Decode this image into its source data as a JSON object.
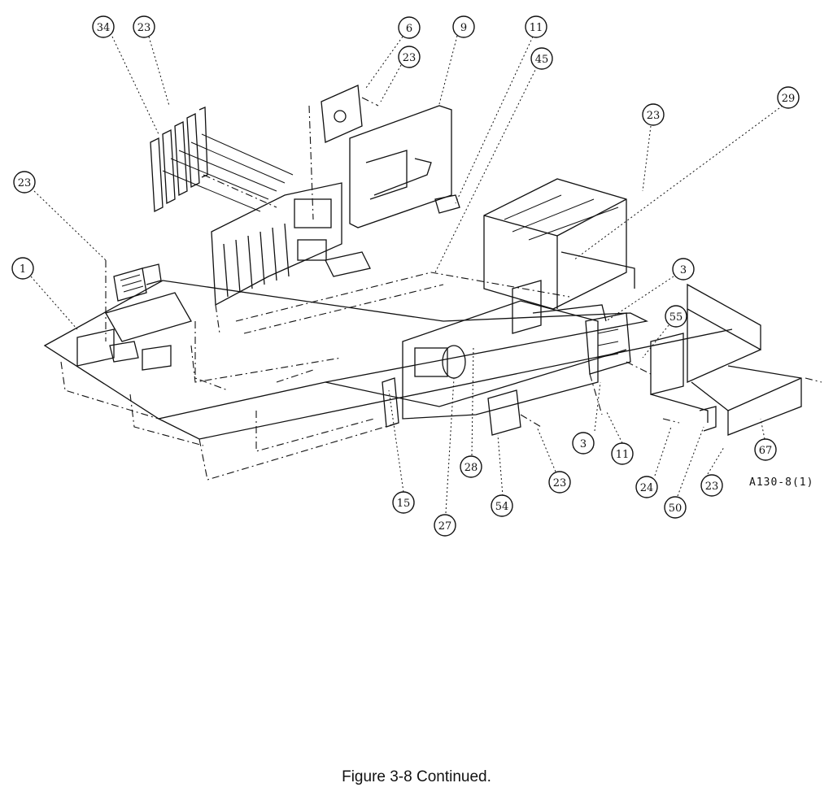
{
  "figure": {
    "caption": "Figure 3-8 Continued.",
    "drawing_code": "A130-8(1)"
  },
  "callouts": [
    {
      "label": "34"
    },
    {
      "label": "23"
    },
    {
      "label": "6"
    },
    {
      "label": "23"
    },
    {
      "label": "9"
    },
    {
      "label": "11"
    },
    {
      "label": "45"
    },
    {
      "label": "29"
    },
    {
      "label": "23"
    },
    {
      "label": "23"
    },
    {
      "label": "1"
    },
    {
      "label": "3"
    },
    {
      "label": "55"
    },
    {
      "label": "3"
    },
    {
      "label": "11"
    },
    {
      "label": "67"
    },
    {
      "label": "28"
    },
    {
      "label": "23"
    },
    {
      "label": "24"
    },
    {
      "label": "23"
    },
    {
      "label": "54"
    },
    {
      "label": "50"
    },
    {
      "label": "15"
    },
    {
      "label": "27"
    }
  ]
}
